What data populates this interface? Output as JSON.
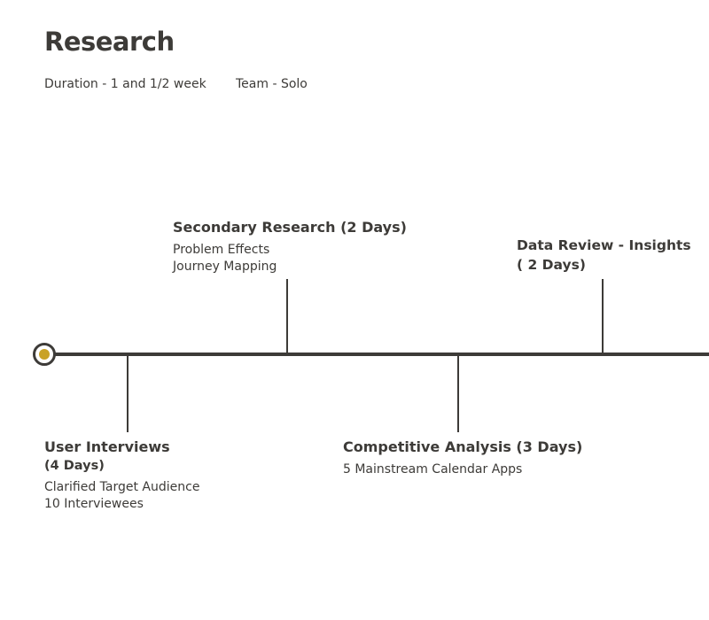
{
  "header": {
    "title": "Research",
    "duration": "Duration - 1 and 1/2 week",
    "team": "Team - Solo"
  },
  "timeline": {
    "accent_color": "#c9a227",
    "line_color": "#3d3b38",
    "milestones": {
      "secondary": {
        "title": "Secondary Research (2 Days)",
        "details": [
          "Problem Effects",
          "Journey Mapping"
        ]
      },
      "data_review": {
        "title_line1": "Data Review - Insights",
        "title_line2": "( 2 Days)"
      },
      "interviews": {
        "title_line1": "User Interviews",
        "title_line2": "(4 Days)",
        "details": [
          "Clarified Target Audience",
          "10 Interviewees"
        ]
      },
      "competitive": {
        "title": "Competitive Analysis (3 Days)",
        "details": [
          "5 Mainstream Calendar Apps"
        ]
      }
    }
  }
}
